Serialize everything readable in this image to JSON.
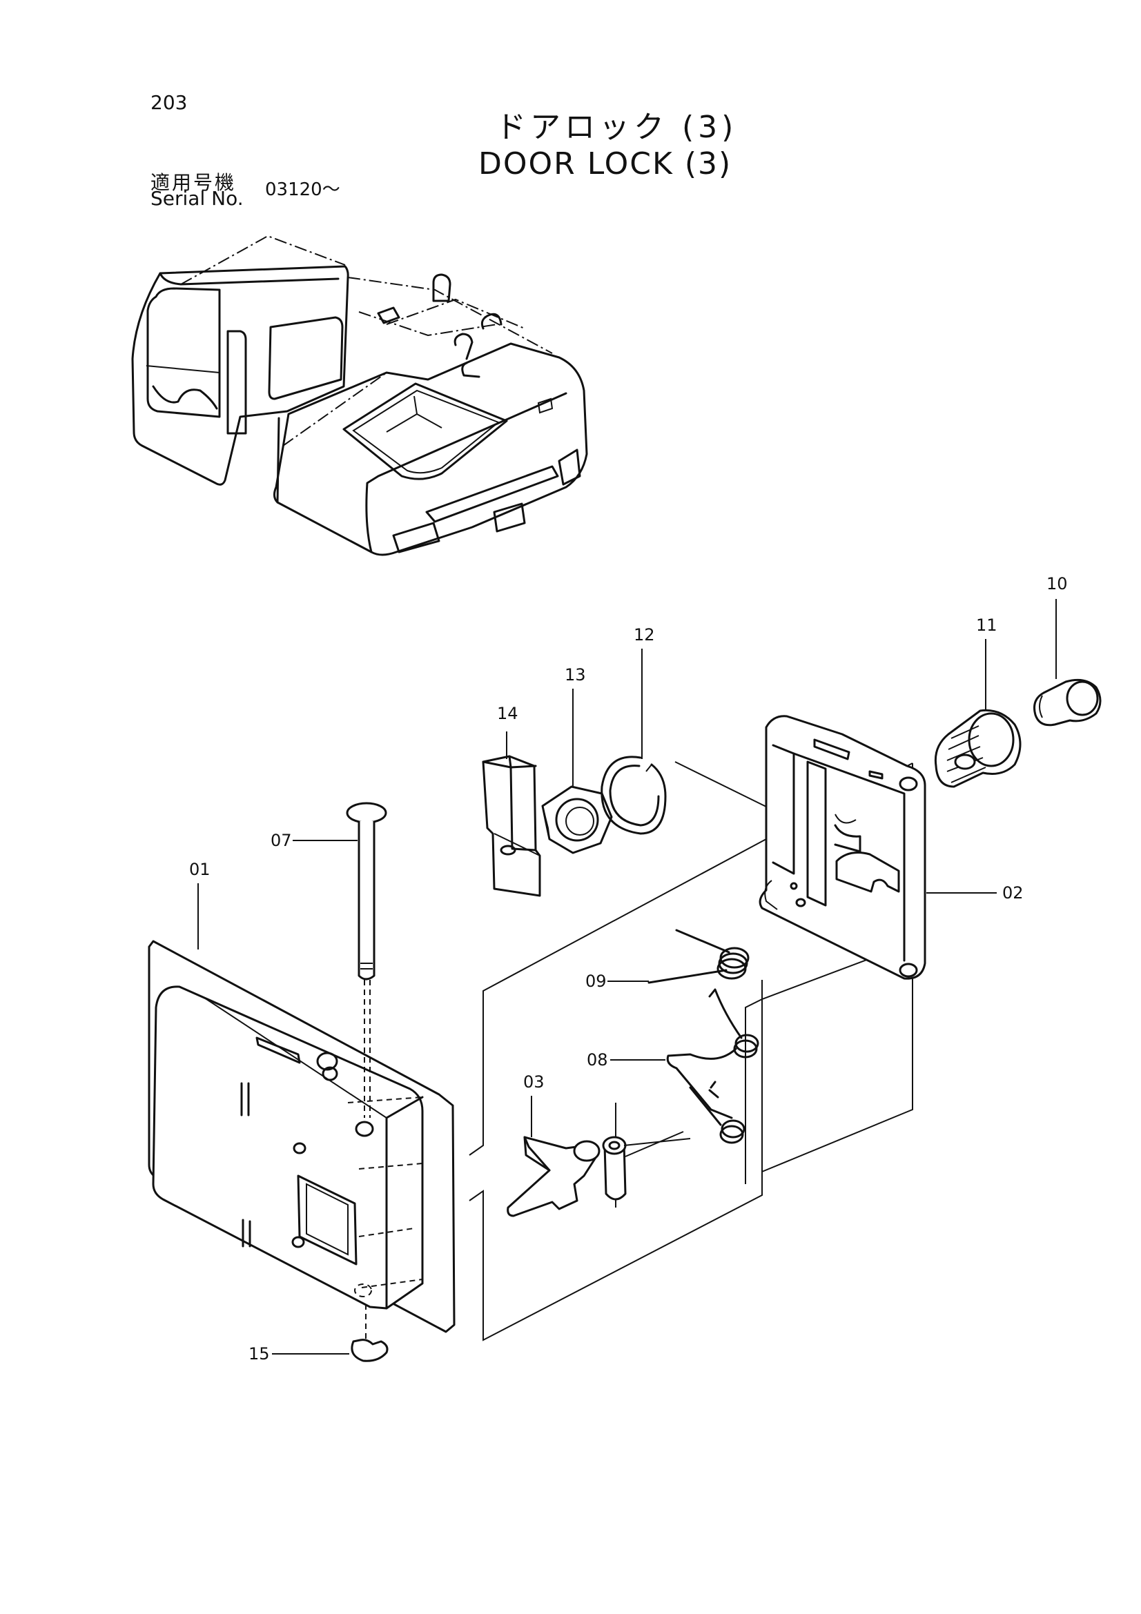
{
  "header": {
    "page_number": "203",
    "title_jp": "ドアロック (3)",
    "title_en": "DOOR LOCK (3)",
    "serial_label_jp": "適用号機",
    "serial_label_en": "Serial No.",
    "serial_value": "03120～"
  },
  "callouts": {
    "p01": "01",
    "p02": "02",
    "p03": "03",
    "p07": "07",
    "p08": "08",
    "p09": "09",
    "p10": "10",
    "p11": "11",
    "p12": "12",
    "p13": "13",
    "p14": "14",
    "p15": "15"
  }
}
